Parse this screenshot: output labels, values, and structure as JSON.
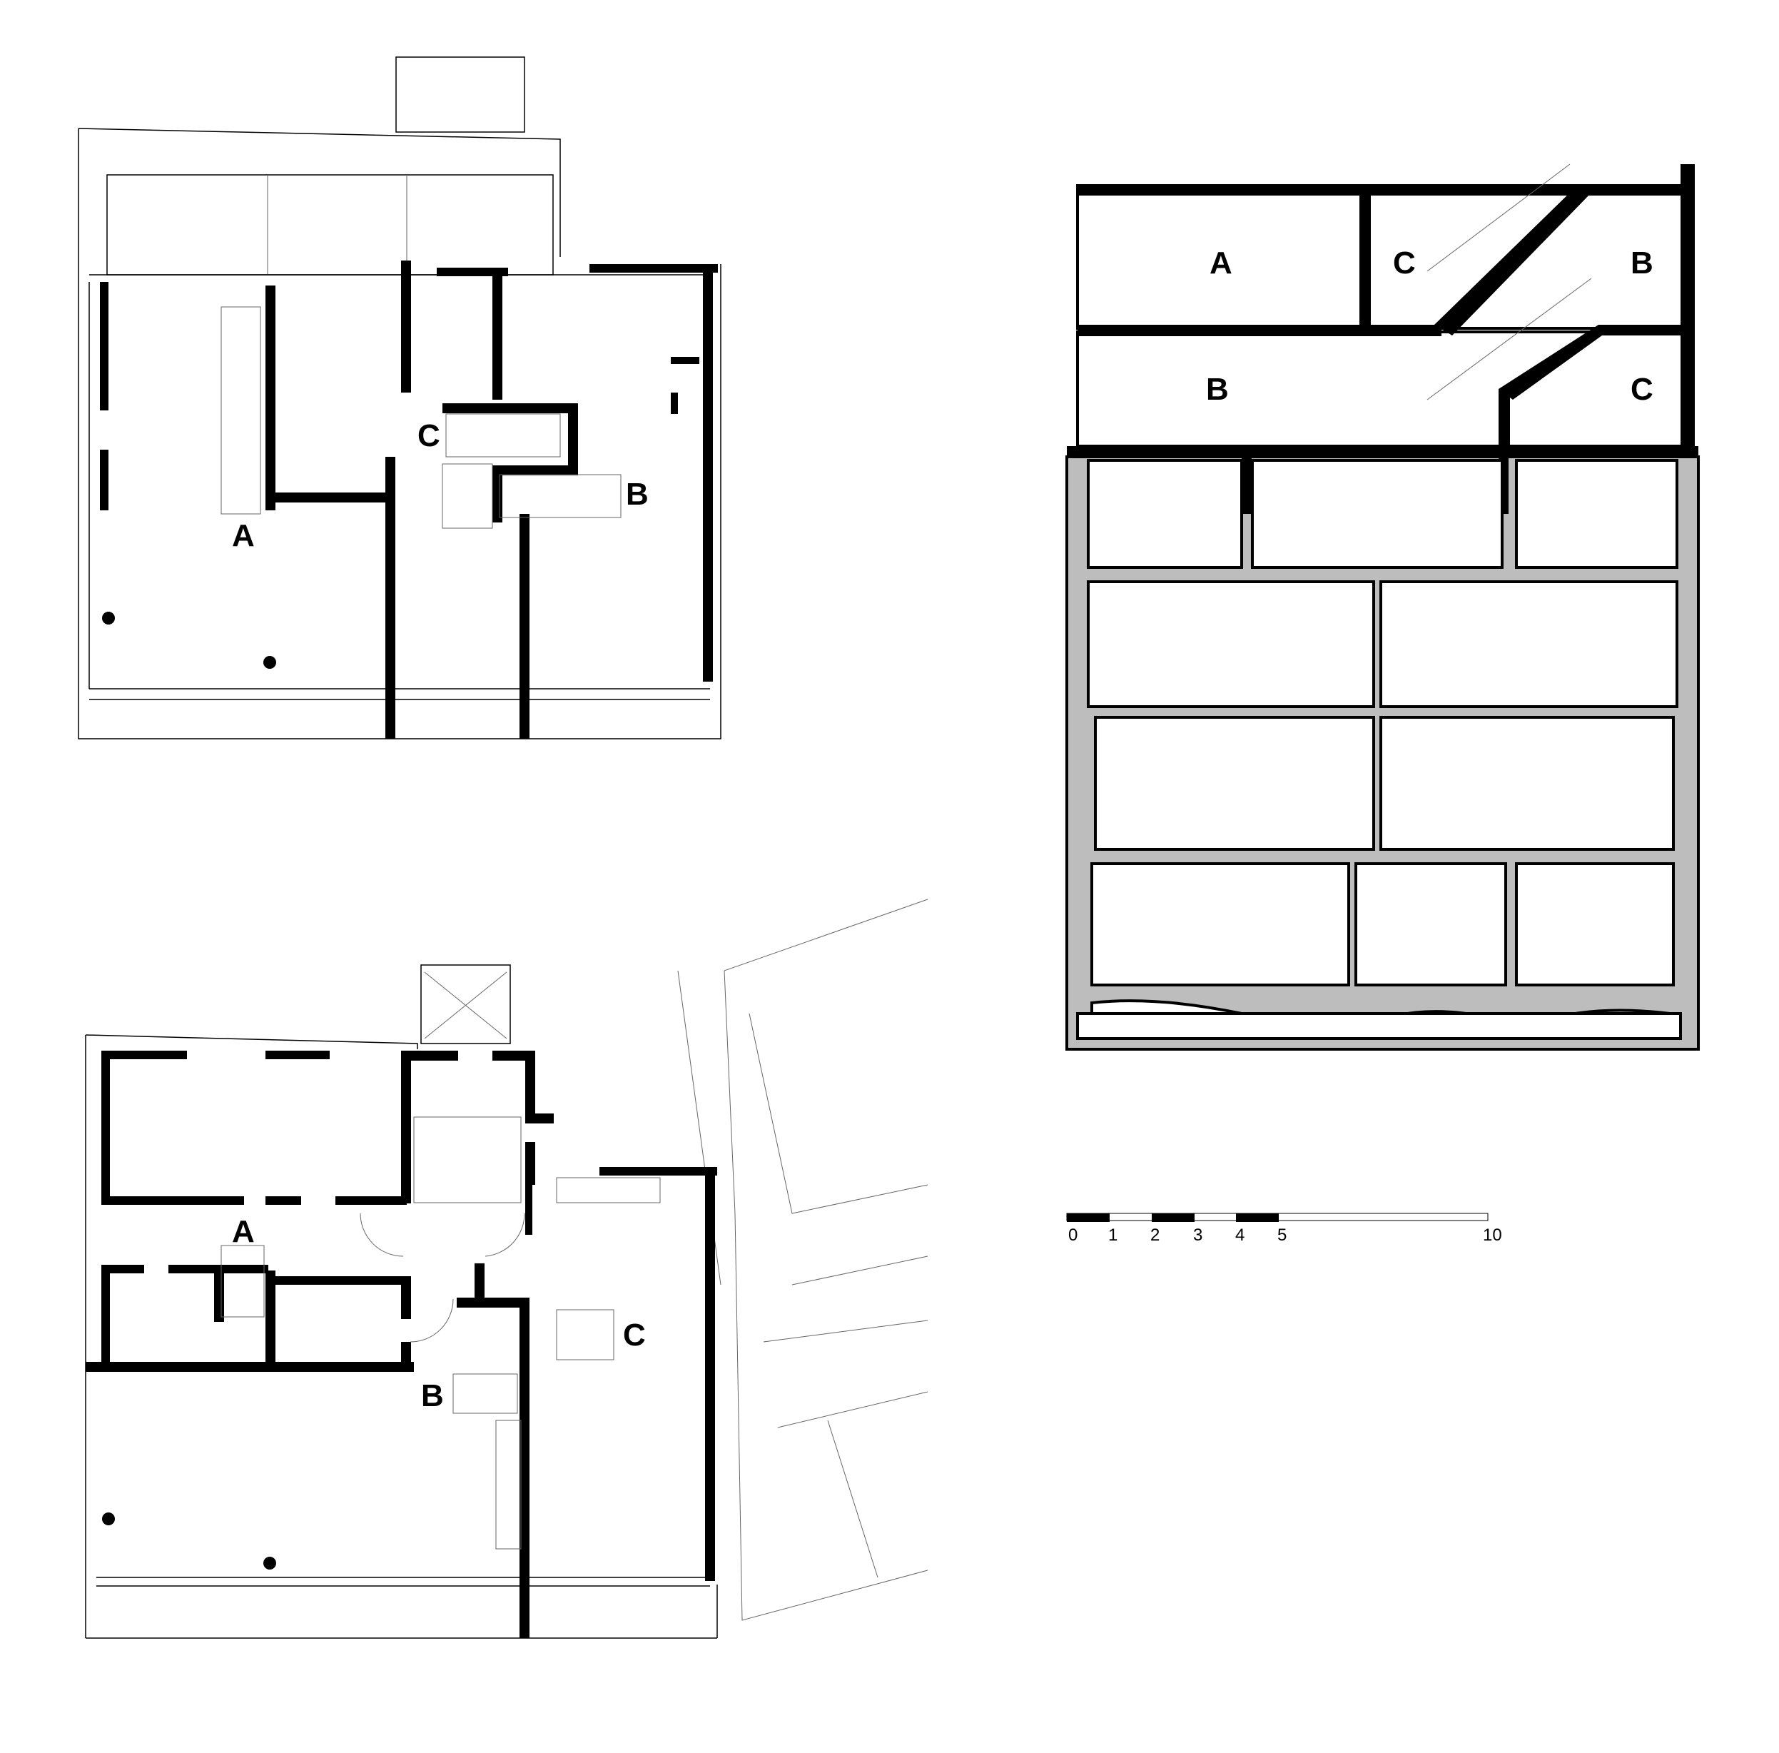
{
  "upper_plan": {
    "label_a": "A",
    "label_b": "B",
    "label_c": "C"
  },
  "lower_plan": {
    "label_a": "A",
    "label_b": "B",
    "label_c": "C"
  },
  "section": {
    "label_a": "A",
    "label_b_top": "B",
    "label_c_top": "C",
    "label_b_mid": "B",
    "label_c_mid": "C"
  },
  "scale_bar": {
    "ticks": [
      "0",
      "1",
      "2",
      "3",
      "4",
      "5",
      "10"
    ]
  },
  "colors": {
    "wall": "#000000",
    "section_fill": "#bdbdbd",
    "background": "#ffffff"
  }
}
